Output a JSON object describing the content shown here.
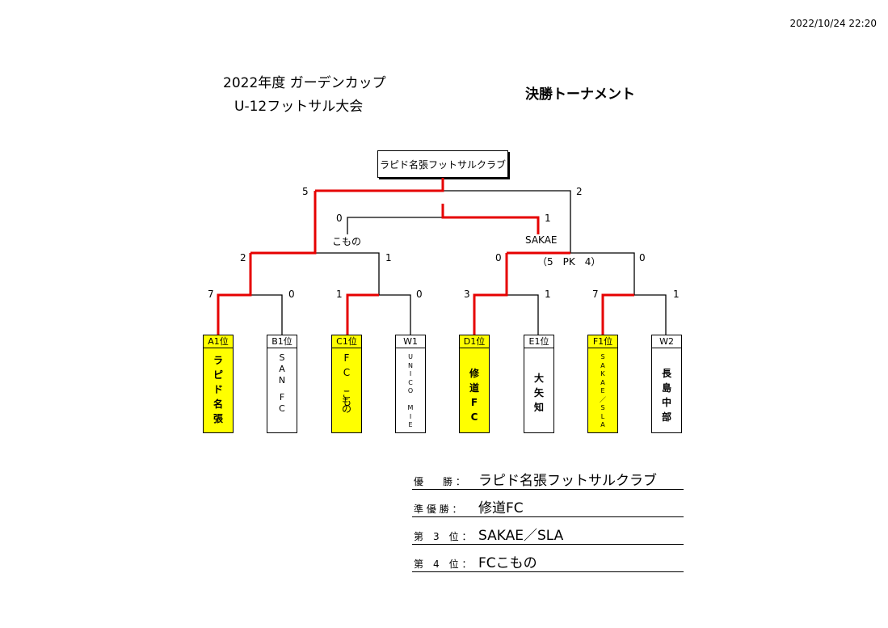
{
  "timestamp": "2022/10/24 22:20",
  "header": {
    "title_line1": "2022年度 ガーデンカップ",
    "title_line2": "U-12フットサル大会",
    "subtitle": "決勝トーナメント"
  },
  "champion_box": "ラピド名張フットサルクラブ",
  "scores": {
    "final_left": "5",
    "final_right": "2",
    "third_left": "0",
    "third_right": "1",
    "third_left_team": "こもの",
    "third_right_team": "SAKAE",
    "semi1_left": "2",
    "semi1_right": "1",
    "semi2_left": "0",
    "semi2_right": "0",
    "pk_note": "（5　PK　4）",
    "qf1_left": "7",
    "qf1_right": "0",
    "qf2_left": "1",
    "qf2_right": "0",
    "qf3_left": "3",
    "qf3_right": "1",
    "qf4_left": "7",
    "qf4_right": "1"
  },
  "teams": [
    {
      "rank": "A1位",
      "name": "ラ\nピ\nド\n名\n張",
      "highlight": true
    },
    {
      "rank": "B1位",
      "name": "S\n\nA\n\nN\n\n\nF\n\nC",
      "highlight": false
    },
    {
      "rank": "C1位",
      "name": "F\n\nC\n\n\nこ\nも\nの",
      "highlight": true
    },
    {
      "rank": "W1",
      "name": "U\nN\nI\nC\nO\n\nM\nI\nE",
      "highlight": false
    },
    {
      "rank": "D1位",
      "name": "修\n道\nF\nC",
      "highlight": true
    },
    {
      "rank": "E1位",
      "name": "大\n矢\n知",
      "highlight": false
    },
    {
      "rank": "F1位",
      "name": "S\nA\nK\nA\nE\n／\nS\nL\nA",
      "highlight": true
    },
    {
      "rank": "W2",
      "name": "長\n島\n中\n部",
      "highlight": false
    }
  ],
  "results": [
    {
      "label": "優　　勝 ：",
      "value": "ラピド名張フットサルクラブ"
    },
    {
      "label": "準 優 勝 ：",
      "value": "修道FC"
    },
    {
      "label": "第　3　位 ：",
      "value": "SAKAE／SLA"
    },
    {
      "label": "第　4　位 ：",
      "value": "FCこもの"
    }
  ],
  "colors": {
    "winner_line": "#e60000",
    "loser_line": "#000000",
    "highlight": "#ffff00"
  }
}
